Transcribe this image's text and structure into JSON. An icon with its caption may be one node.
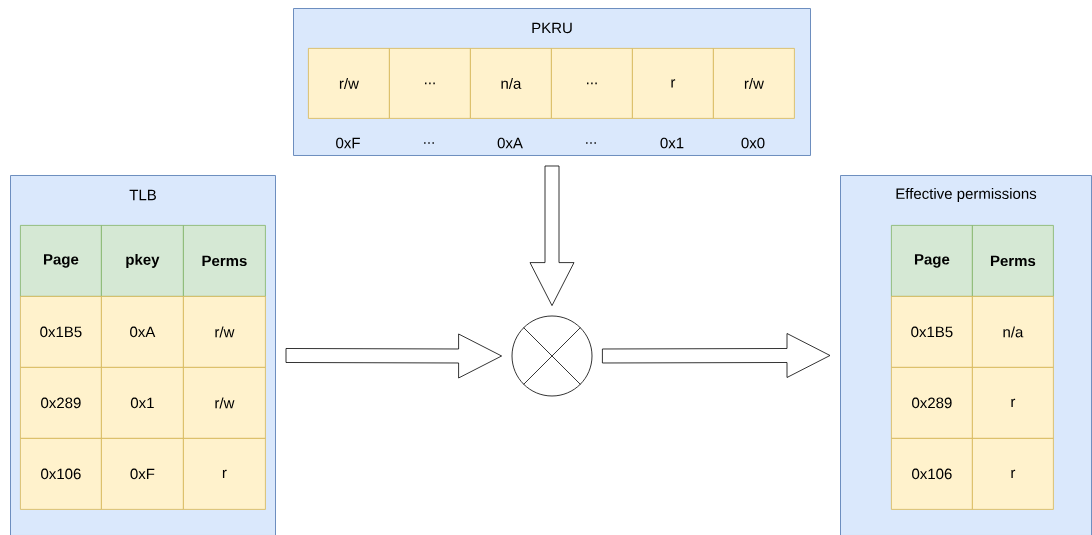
{
  "diagram": {
    "nodes": [
      {
        "text": [
          "PKRU"
        ]
      },
      {
        "text": [
          "r/w"
        ],
        "in": 0
      },
      {
        "text": [
          "..."
        ],
        "in": 0
      },
      {
        "text": [
          "n/a"
        ],
        "in": 0
      },
      {
        "text": [
          "..."
        ],
        "in": 0
      },
      {
        "text": [
          "r"
        ],
        "in": 0
      },
      {
        "text": [
          "r/w"
        ],
        "in": 0
      },
      {
        "text": [
          "TLB"
        ]
      },
      {
        "text": [
          "Page"
        ],
        "in": 7
      },
      {
        "text": [
          "pkey"
        ],
        "in": 7
      },
      {
        "text": [
          "Perms"
        ],
        "in": 7
      },
      {
        "text": [
          "0x1B5"
        ],
        "in": 7
      },
      {
        "text": [
          "0xA"
        ],
        "in": 7
      },
      {
        "text": [
          "r/w"
        ],
        "in": 7
      },
      {
        "text": [
          "0x289"
        ],
        "in": 7
      },
      {
        "text": [
          "0x1"
        ],
        "in": 7
      },
      {
        "text": [
          "r/w"
        ],
        "in": 7
      },
      {
        "text": [
          "0x106"
        ],
        "in": 7
      },
      {
        "text": [
          "0xF"
        ],
        "in": 7
      },
      {
        "text": [
          "r"
        ],
        "in": 7
      },
      {
        "text": [],
        "shape": "circle"
      },
      {
        "text": [
          "Effective permissions"
        ]
      },
      {
        "text": [
          "Page"
        ],
        "in": 21
      },
      {
        "text": [
          "Perms"
        ],
        "in": 21
      },
      {
        "text": [
          "0x1B5"
        ],
        "in": 21
      },
      {
        "text": [
          "n/a"
        ],
        "in": 21
      },
      {
        "text": [
          "0x289"
        ],
        "in": 21
      },
      {
        "text": [
          "r"
        ],
        "in": 21
      },
      {
        "text": [
          "0x106"
        ],
        "in": 21
      },
      {
        "text": [
          "r"
        ],
        "in": 21
      }
    ],
    "edges": [
      {
        "from": 0,
        "to": 20,
        "arrow": "to"
      },
      {
        "from": 7,
        "to": 20,
        "arrow": "to"
      },
      {
        "from": 20,
        "to": 21,
        "arrow": "to"
      }
    ],
    "labels": [
      "0xF",
      "...",
      "0xA",
      "...",
      "0x1",
      "0x0"
    ]
  }
}
